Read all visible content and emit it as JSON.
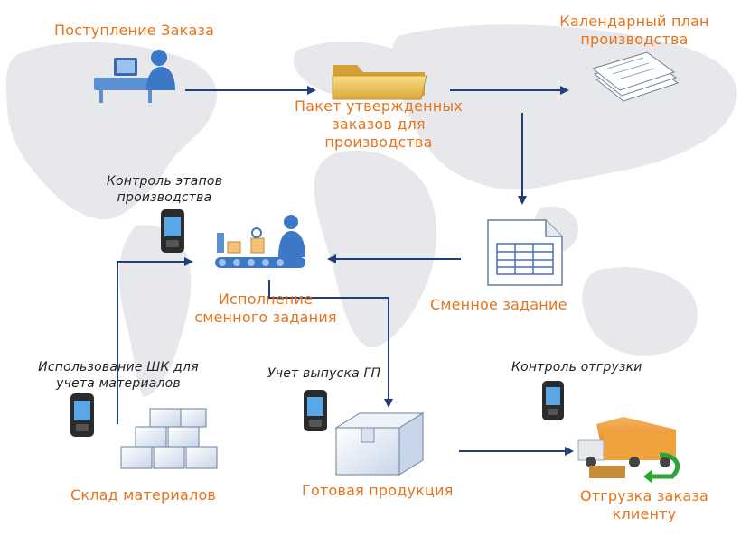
{
  "steps": {
    "order_intake": "Поступление Заказа",
    "approved_batch": [
      "Пакет утвержденных",
      "заказов для",
      "производства"
    ],
    "production_calendar": [
      "Календарный план",
      "производства"
    ],
    "shift_task": "Сменное задание",
    "shift_execution": [
      "Исполнение",
      "сменного задания"
    ],
    "materials_warehouse": "Склад материалов",
    "finished_goods": "Готовая продукция",
    "order_shipment": [
      "Отгрузка заказа",
      "клиенту"
    ]
  },
  "scanner_notes": {
    "stage_control": [
      "Контроль этапов",
      "производства"
    ],
    "barcode_materials": [
      "Использование ШК для",
      "учета материалов"
    ],
    "output_accounting": "Учет выпуска ГП",
    "shipment_control": "Контроль отгрузки"
  },
  "colors": {
    "label": "#e8731a",
    "arrow": "#1f3f7a",
    "map": "#e6e8eb"
  },
  "icons": [
    "operator-at-computer-icon",
    "folder-icon",
    "document-stack-icon",
    "spreadsheet-document-icon",
    "assembly-line-worker-icon",
    "barcode-scanner-icon",
    "boxes-pile-icon",
    "product-box-icon",
    "delivery-truck-icon"
  ]
}
